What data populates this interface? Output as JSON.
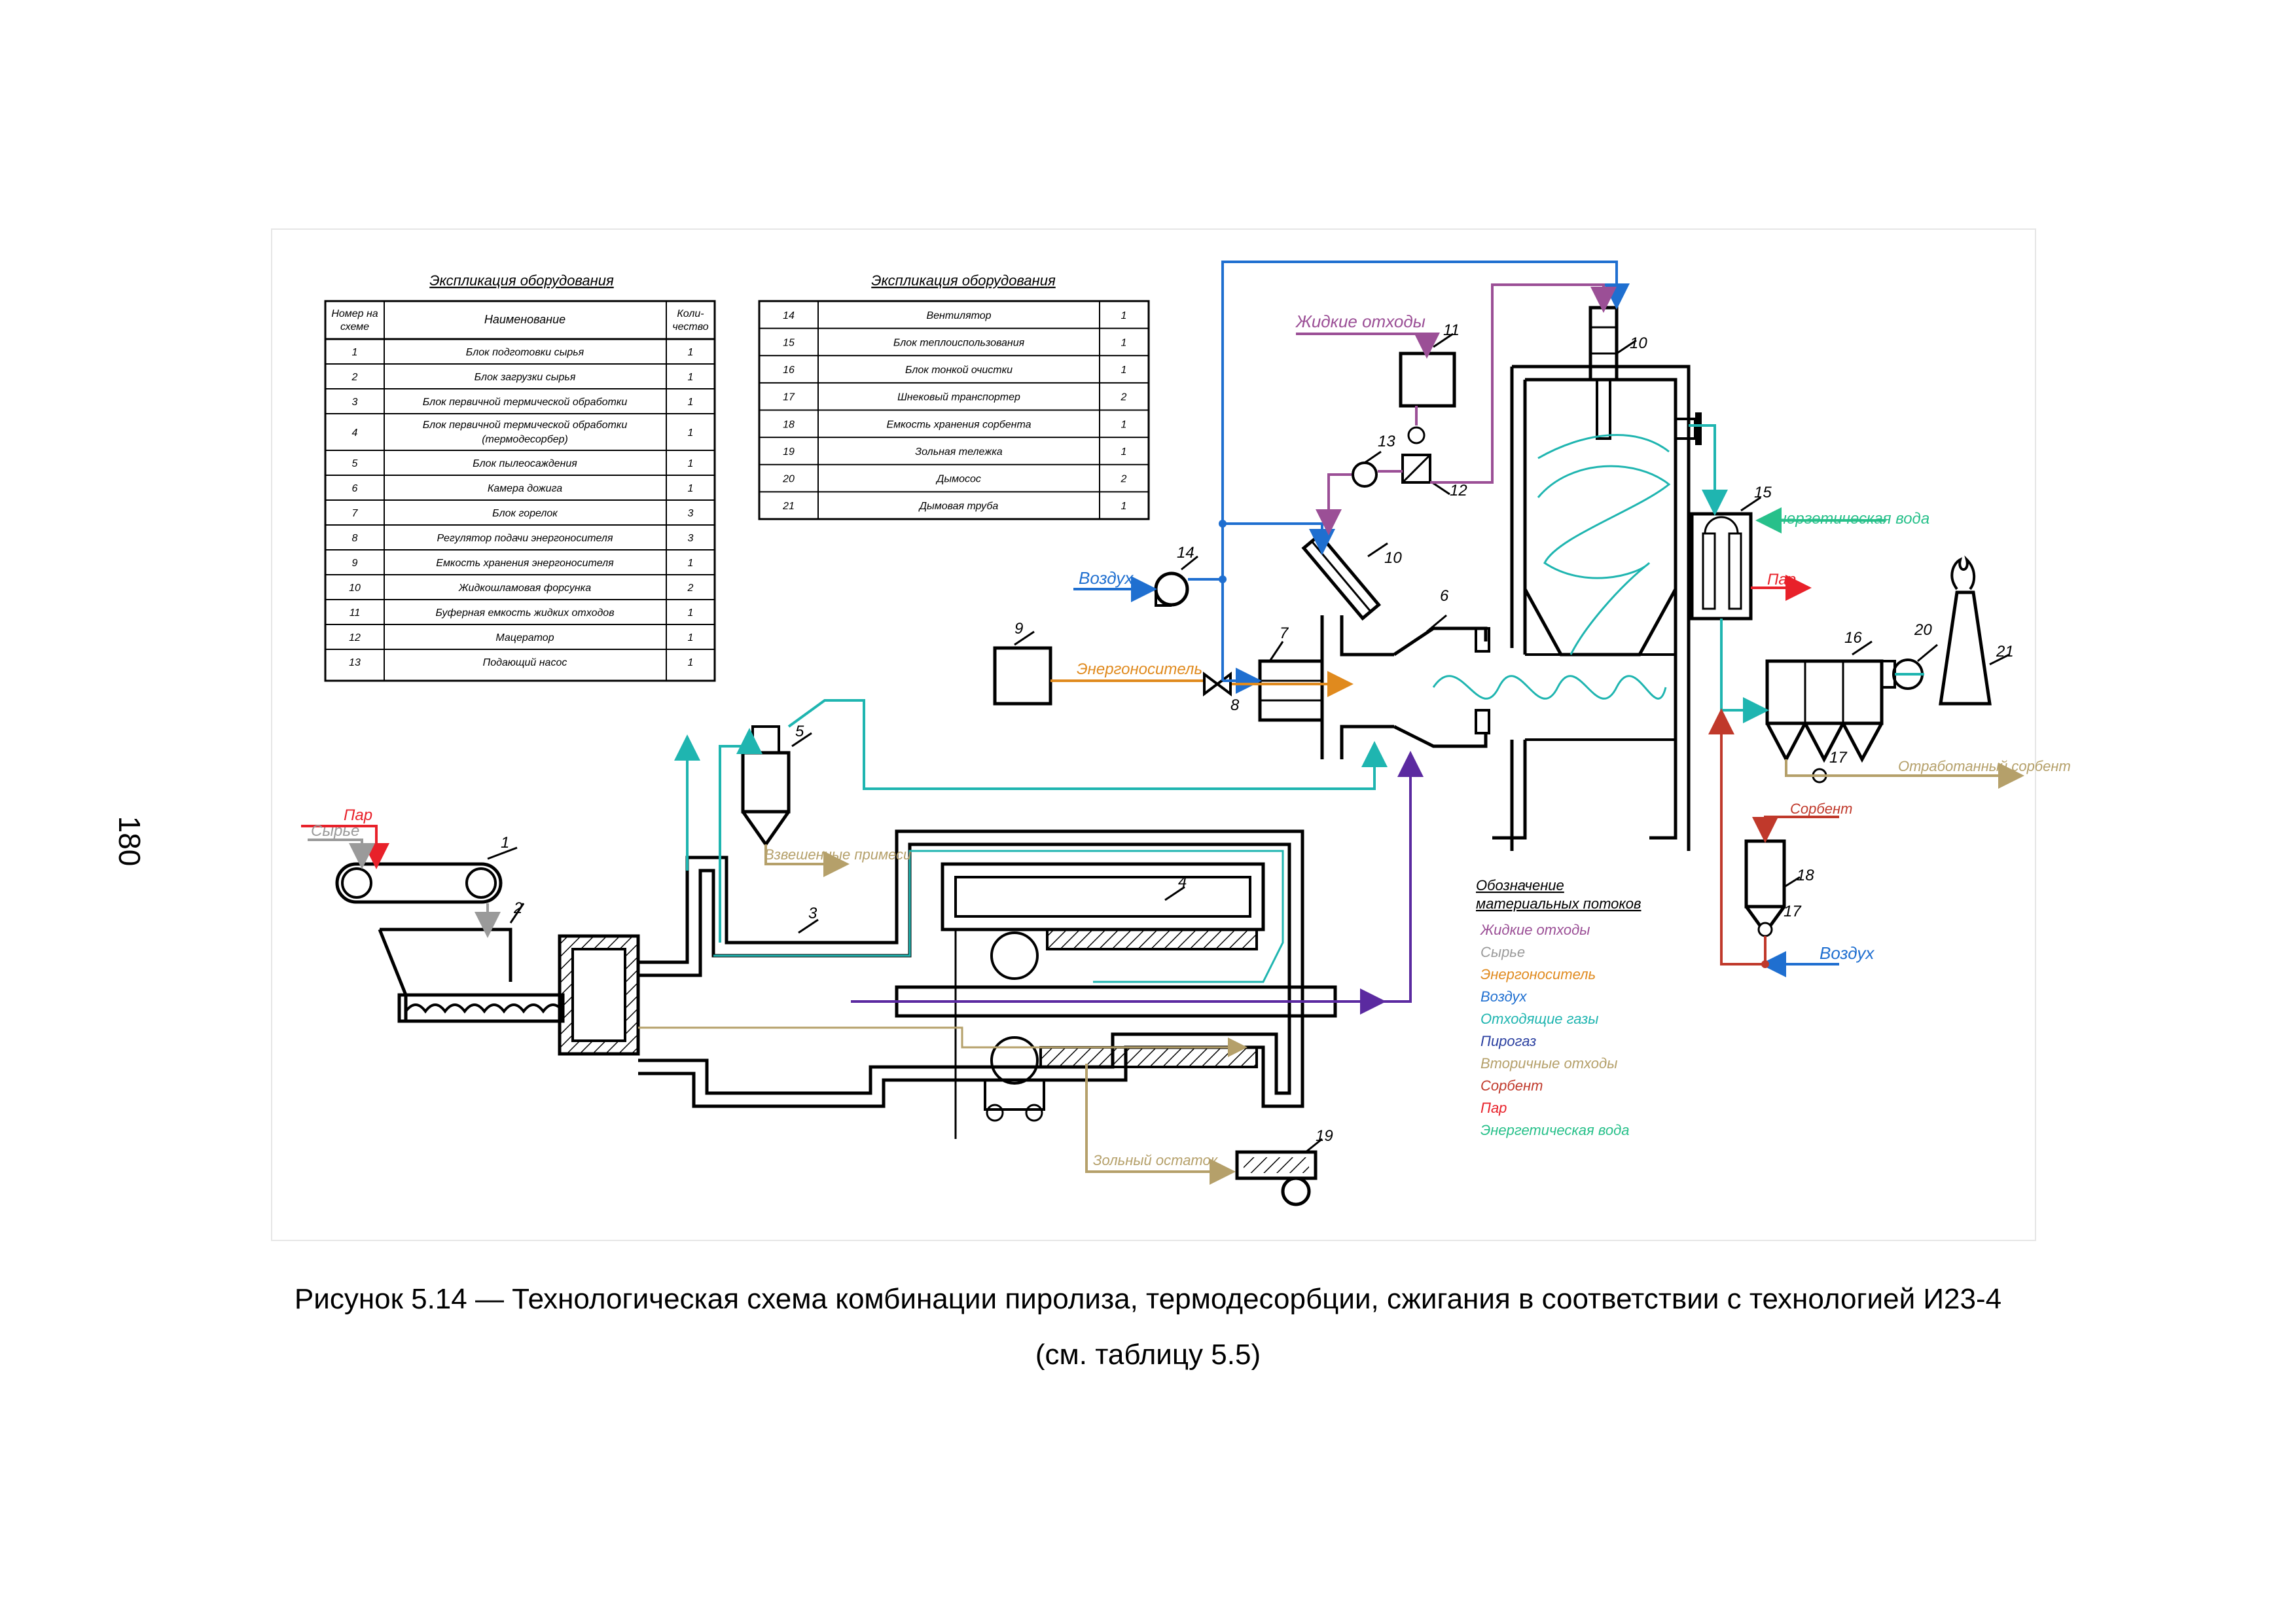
{
  "page_number": "180",
  "caption": {
    "line1": "Рисунок 5.14 — Технологическая схема комбинации пиролиза, термодесорбции, сжигания в соответствии с технологией И23-4",
    "line2": "(см. таблицу 5.5)"
  },
  "table1": {
    "title": "Экспликация оборудования",
    "headers": [
      "Номер на схеме",
      "Наименование",
      "Коли-чество"
    ],
    "rows": [
      [
        "1",
        "Блок подготовки сырья",
        "1"
      ],
      [
        "2",
        "Блок загрузки сырья",
        "1"
      ],
      [
        "3",
        "Блок первичной термической обработки",
        "1"
      ],
      [
        "4",
        "Блок первичной термической обработки (термодесорбер)",
        "1"
      ],
      [
        "5",
        "Блок пылеосаждения",
        "1"
      ],
      [
        "6",
        "Камера дожига",
        "1"
      ],
      [
        "7",
        "Блок горелок",
        "3"
      ],
      [
        "8",
        "Регулятор подачи энергоносителя",
        "3"
      ],
      [
        "9",
        "Емкость хранения энергоносителя",
        "1"
      ],
      [
        "10",
        "Жидкошламовая форсунка",
        "2"
      ],
      [
        "11",
        "Буферная емкость жидких отходов",
        "1"
      ],
      [
        "12",
        "Мацератор",
        "1"
      ],
      [
        "13",
        "Подающий насос",
        "1"
      ]
    ]
  },
  "table2": {
    "title": "Экспликация оборудования",
    "rows": [
      [
        "14",
        "Вентилятор",
        "1"
      ],
      [
        "15",
        "Блок теплоиспользования",
        "1"
      ],
      [
        "16",
        "Блок тонкой очистки",
        "1"
      ],
      [
        "17",
        "Шнековый транспортер",
        "2"
      ],
      [
        "18",
        "Емкость хранения сорбента",
        "1"
      ],
      [
        "19",
        "Зольная тележка",
        "1"
      ],
      [
        "20",
        "Дымосос",
        "2"
      ],
      [
        "21",
        "Дымовая труба",
        "1"
      ]
    ]
  },
  "legend": {
    "title": "Обозначение материальных потоков",
    "items": [
      {
        "label": "Жидкие отходы",
        "color": "#9b4f96"
      },
      {
        "label": "Сырье",
        "color": "#9a9a9a"
      },
      {
        "label": "Энергоноситель",
        "color": "#e08a1e"
      },
      {
        "label": "Воздух",
        "color": "#1f6fd0"
      },
      {
        "label": "Отходящие газы",
        "color": "#1fb5b0"
      },
      {
        "label": "Пирогаз",
        "color": "#2a3fa0"
      },
      {
        "label": "Вторичные отходы",
        "color": "#b5a06a"
      },
      {
        "label": "Сорбент",
        "color": "#c0392b"
      },
      {
        "label": "Пар",
        "color": "#e8212a"
      },
      {
        "label": "Энергетическая вода",
        "color": "#27c08a"
      }
    ]
  },
  "labels": {
    "par": "Пар",
    "syrye": "Сырье",
    "vzveshennye": "Взвешенные примеси",
    "energonositel": "Энергоноситель",
    "vozduh": "Воздух",
    "zhidkie": "Жидкие отходы",
    "energ_voda": "Энергетическая вода",
    "sorbent": "Сорбент",
    "otrab_sorbent": "Отработанный сорбент",
    "zolny": "Зольный остаток",
    "n1": "1",
    "n2": "2",
    "n3": "3",
    "n4": "4",
    "n5": "5",
    "n6": "6",
    "n7": "7",
    "n8": "8",
    "n9": "9",
    "n10": "10",
    "n11": "11",
    "n12": "12",
    "n13": "13",
    "n14": "14",
    "n15": "15",
    "n16": "16",
    "n17": "17",
    "n18": "18",
    "n19": "19",
    "n20": "20",
    "n21": "21"
  }
}
